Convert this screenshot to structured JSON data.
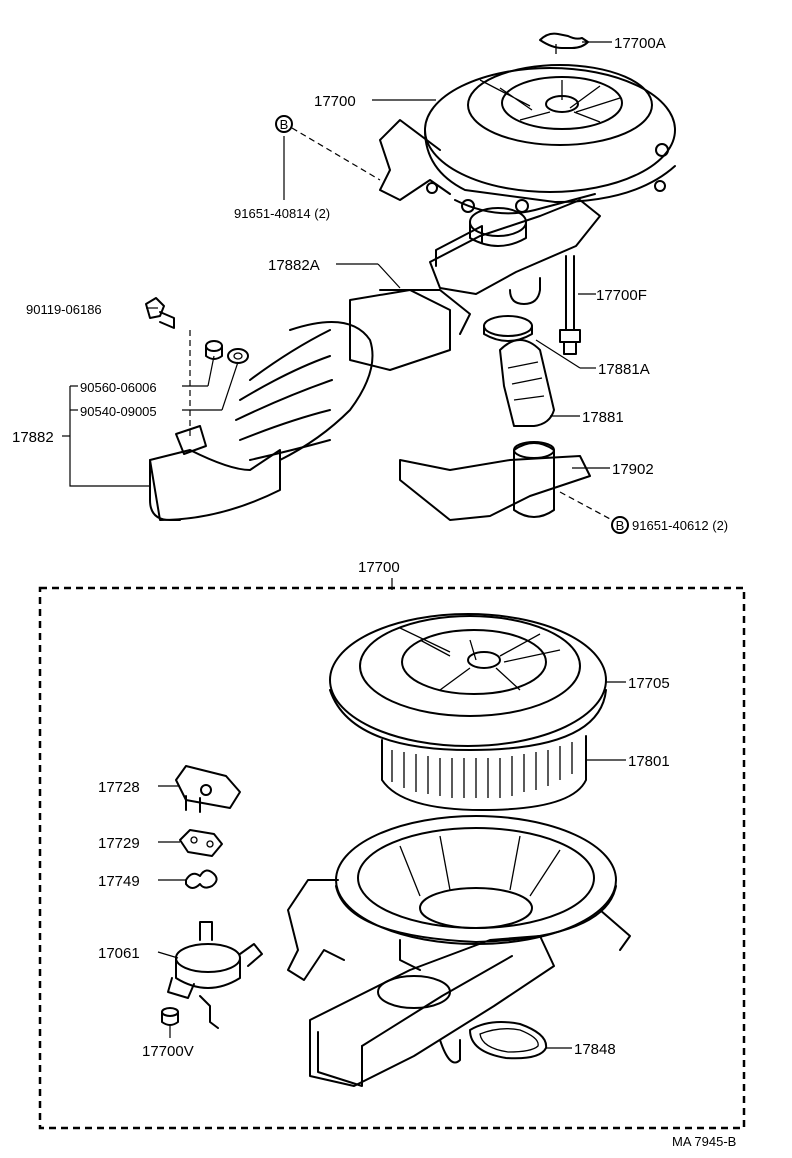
{
  "diagram": {
    "labels": {
      "17700A": "17700A",
      "17700_top": "17700",
      "b_top": "B",
      "91651_40814": "91651-40814 (2)",
      "17882A": "17882A",
      "17700F": "17700F",
      "90119_06186": "90119-06186",
      "17881A": "17881A",
      "90560_06006": "90560-06006",
      "90540_09005": "90540-09005",
      "17881": "17881",
      "17882": "17882",
      "17902": "17902",
      "b_bottom": "B",
      "91651_40612": "91651-40612 (2)",
      "17700_box": "17700",
      "17705": "17705",
      "17801": "17801",
      "17728": "17728",
      "17729": "17729",
      "17749": "17749",
      "17061": "17061",
      "17848": "17848",
      "17700V": "17700V",
      "drawing_code": "MA 7945-B"
    }
  }
}
